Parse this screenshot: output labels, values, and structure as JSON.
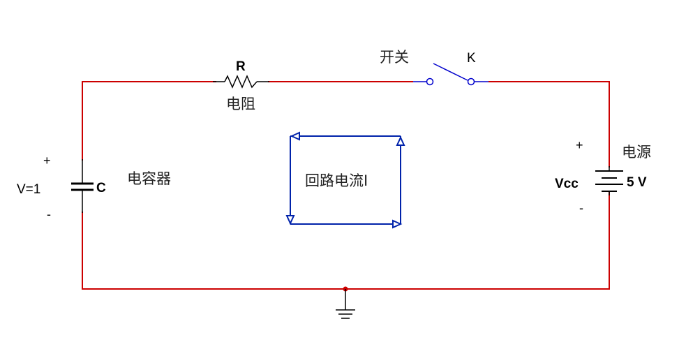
{
  "colors": {
    "wire": "#cc0000",
    "component": "#000000",
    "switch": "#0000cc",
    "loop": "#0022aa"
  },
  "resistor": {
    "symbol": "R",
    "label": "电阻"
  },
  "switch": {
    "label": "开关",
    "symbol": "K"
  },
  "capacitor": {
    "symbol": "C",
    "label": "电容器",
    "voltage": "V=1",
    "plus": "+",
    "minus": "-"
  },
  "source": {
    "label": "电源",
    "name": "Vcc",
    "value": "5 V",
    "plus": "+",
    "minus": "-"
  },
  "loop": {
    "label": "回路电流I"
  },
  "icons": [
    "ground-icon",
    "resistor-icon",
    "capacitor-icon",
    "battery-icon",
    "switch-icon",
    "current-loop-arrows"
  ]
}
